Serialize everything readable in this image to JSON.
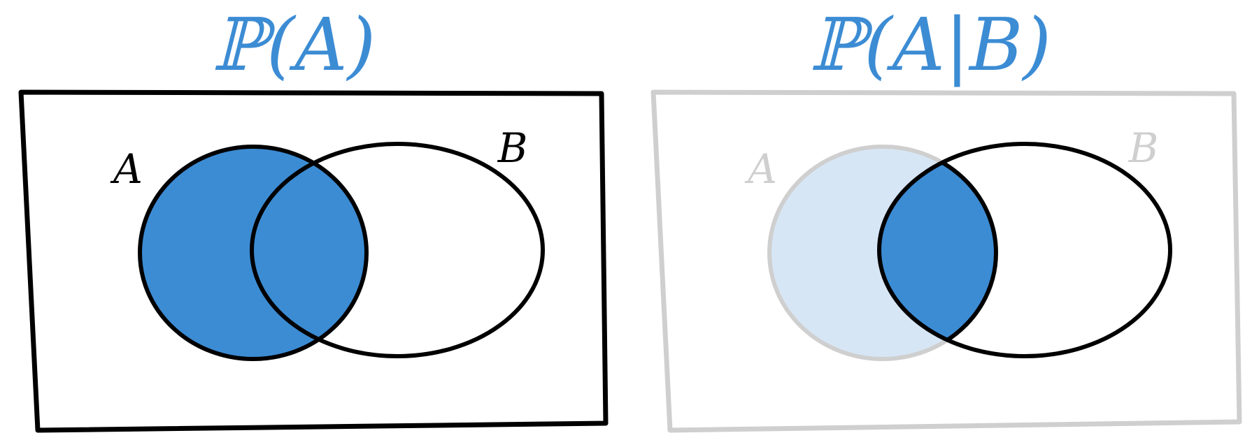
{
  "colors": {
    "accent": "#3c8cd4",
    "accent_light": "#d7e6f5",
    "ink": "#000000",
    "faded": "#cfcfcf"
  },
  "panels": [
    {
      "title": "ℙ(A)",
      "label_a": "A",
      "label_b": "B",
      "shaded_region": "A"
    },
    {
      "title": "ℙ(A|B)",
      "label_a": "A",
      "label_b": "B",
      "shaded_region": "A ∩ B"
    }
  ]
}
